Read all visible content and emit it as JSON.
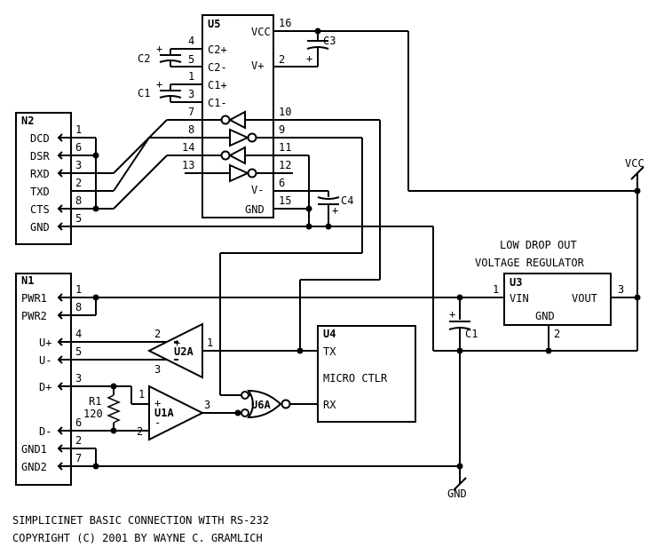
{
  "schematic": {
    "title": "SIMPLICINET BASIC CONNECTION WITH RS-232",
    "copyright": "COPYRIGHT (C) 2001 BY WAYNE C. GRAMLICH"
  },
  "u5": {
    "name": "U5",
    "pins_left": [
      {
        "num": "4",
        "label": "C2+"
      },
      {
        "num": "5",
        "label": "C2-"
      },
      {
        "num": "1",
        "label": "C1+"
      },
      {
        "num": "3",
        "label": "C1-"
      },
      {
        "num": "7",
        "label": ""
      },
      {
        "num": "8",
        "label": ""
      },
      {
        "num": "14",
        "label": ""
      },
      {
        "num": "13",
        "label": ""
      }
    ],
    "pins_right": [
      {
        "num": "16",
        "label": "VCC"
      },
      {
        "num": "2",
        "label": "V+"
      },
      {
        "num": "10",
        "label": ""
      },
      {
        "num": "9",
        "label": ""
      },
      {
        "num": "11",
        "label": ""
      },
      {
        "num": "12",
        "label": ""
      },
      {
        "num": "6",
        "label": "V-"
      },
      {
        "num": "15",
        "label": "GND"
      }
    ]
  },
  "caps": {
    "c2": "C2",
    "c1": "C1",
    "c3": "C3",
    "c4": "C4",
    "c1b": "C1",
    "plus": "+"
  },
  "n2": {
    "name": "N2",
    "rows": [
      {
        "label": "DCD",
        "num": "1"
      },
      {
        "label": "DSR",
        "num": "6"
      },
      {
        "label": "RXD",
        "num": "3"
      },
      {
        "label": "TXD",
        "num": "2"
      },
      {
        "label": "CTS",
        "num": "8"
      },
      {
        "label": "GND",
        "num": "5"
      }
    ]
  },
  "n1": {
    "name": "N1",
    "rows": [
      {
        "label": "PWR1",
        "num": "1"
      },
      {
        "label": "PWR2",
        "num": "8"
      },
      {
        "label": "U+",
        "num": "4"
      },
      {
        "label": "U-",
        "num": "5"
      },
      {
        "label": "D+",
        "num": "3"
      },
      {
        "label": "D-",
        "num": "6"
      },
      {
        "label": "GND1",
        "num": "2"
      },
      {
        "label": "GND2",
        "num": "7"
      }
    ]
  },
  "u3": {
    "name": "U3",
    "vin": "VIN",
    "vout": "VOUT",
    "gnd": "GND",
    "pin_in": "1",
    "pin_out": "3",
    "pin_gnd": "2",
    "title_line1": "LOW DROP OUT",
    "title_line2": "VOLTAGE REGULATOR"
  },
  "u4": {
    "name": "U4",
    "tx": "TX",
    "rx": "RX",
    "label": "MICRO CTLR"
  },
  "u2a": {
    "name": "U2A",
    "pin_plus": "2",
    "pin_minus": "3",
    "pin_out": "1",
    "plus": "+",
    "minus": "-"
  },
  "u1a": {
    "name": "U1A",
    "pin_plus": "1",
    "pin_minus": "2",
    "pin_out": "3",
    "plus": "+",
    "minus": "-"
  },
  "u6a": {
    "name": "U6A"
  },
  "r1": {
    "name": "R1",
    "value": "120"
  },
  "power": {
    "vcc": "VCC",
    "gnd": "GND"
  }
}
